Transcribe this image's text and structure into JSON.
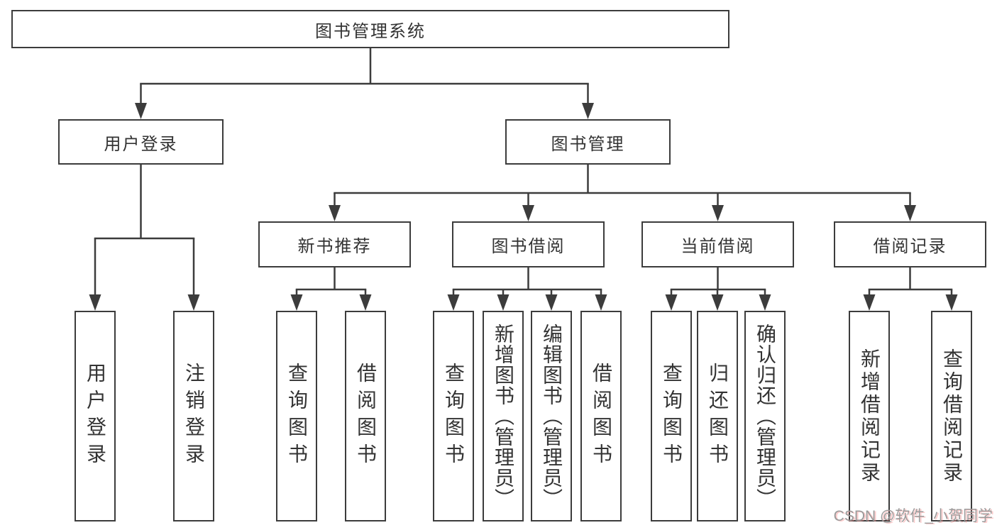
{
  "tree": {
    "root": {
      "label": "图书管理系统"
    },
    "login": {
      "label": "用户登录",
      "children": [
        {
          "label": "用户登录"
        },
        {
          "label": "注销登录"
        }
      ]
    },
    "management": {
      "label": "图书管理",
      "groups": [
        {
          "label": "新书推荐",
          "children": [
            {
              "label": "查询图书"
            },
            {
              "label": "借阅图书"
            }
          ]
        },
        {
          "label": "图书借阅",
          "children": [
            {
              "label": "查询图书"
            },
            {
              "label": "新增图书（管理员）"
            },
            {
              "label": "编辑图书（管理员）"
            },
            {
              "label": "借阅图书"
            }
          ]
        },
        {
          "label": "当前借阅",
          "children": [
            {
              "label": "查询图书"
            },
            {
              "label": "归还图书"
            },
            {
              "label": "确认归还（管理员）"
            }
          ]
        },
        {
          "label": "借阅记录",
          "children": [
            {
              "label": "新增借阅记录"
            },
            {
              "label": "查询借阅记录"
            }
          ]
        }
      ]
    }
  },
  "watermark": "CSDN @软件_小贺同学",
  "colors": {
    "line": "#3c3c3c",
    "text": "#333333",
    "watermark": "#9b9b9b",
    "background": "#ffffff"
  }
}
